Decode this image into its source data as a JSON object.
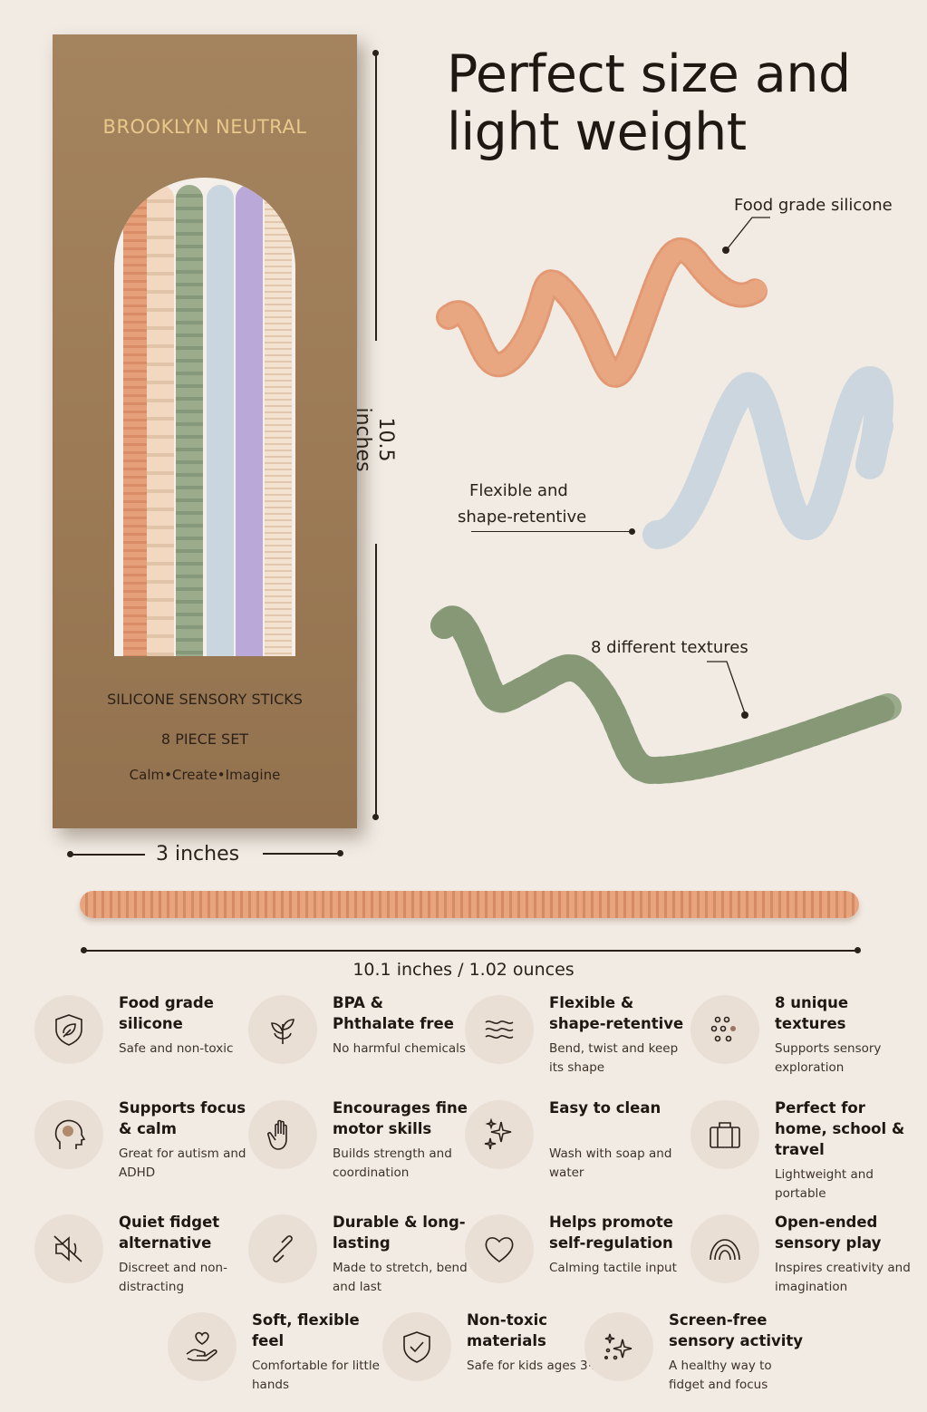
{
  "headline": "Perfect size and light weight",
  "package": {
    "brand": "BROOKLYN NEUTRAL",
    "name": "SILICONE SENSORY STICKS",
    "set": "8 PIECE SET",
    "tagline": "Calm•Create•Imagine"
  },
  "dimensions": {
    "height": "10.5 inches",
    "width": "3 inches",
    "length_weight": "10.1 inches / 1.02 ounces"
  },
  "callouts": {
    "material": "Food grade silicone",
    "flex_line1": "Flexible and",
    "flex_line2": "shape-retentive",
    "textures": "8 different textures"
  },
  "colors": {
    "peach": "#e5a07a",
    "cream": "#f2d8c0",
    "sage": "#9aac8c",
    "light_blue": "#c9d5df",
    "lavender": "#b9a8d8",
    "kraft": "#a4835f",
    "background": "#f1ebe4"
  },
  "features": [
    {
      "icon": "shield-leaf-icon",
      "title": "Food grade silicone",
      "desc": "Safe and non-toxic"
    },
    {
      "icon": "plant-sprout-icon",
      "title": "BPA & Phthalate free",
      "desc": "No harmful chemicals"
    },
    {
      "icon": "waves-icon",
      "title": "Flexible & shape-retentive",
      "desc": "Bend, twist and keep its shape"
    },
    {
      "icon": "dots-texture-icon",
      "title": "8 unique textures",
      "desc": "Supports sensory exploration"
    },
    {
      "icon": "head-brain-icon",
      "title": "Supports focus & calm",
      "desc": "Great for autism and ADHD"
    },
    {
      "icon": "hand-icon",
      "title": "Encourages fine motor skills",
      "desc": "Builds strength and coordination"
    },
    {
      "icon": "sparkles-icon",
      "title": "Easy to clean",
      "desc": "Wash with soap and water"
    },
    {
      "icon": "suitcase-icon",
      "title": "Perfect for home, school & travel",
      "desc": "Lightweight and portable"
    },
    {
      "icon": "mute-speaker-icon",
      "title": "Quiet fidget alternative",
      "desc": "Discreet and non-distracting"
    },
    {
      "icon": "chain-link-icon",
      "title": "Durable & long-lasting",
      "desc": "Made to stretch, bend and last"
    },
    {
      "icon": "heart-icon",
      "title": "Helps promote self-regulation",
      "desc": "Calming tactile input"
    },
    {
      "icon": "rainbow-icon",
      "title": "Open-ended sensory play",
      "desc": "Inspires creativity and imagination"
    },
    {
      "icon": "heart-hand-icon",
      "title": "Soft, flexible feel",
      "desc": "Comfortable for little hands"
    },
    {
      "icon": "shield-check-icon",
      "title": "Non-toxic materials",
      "desc": "Safe for kids ages 3+"
    },
    {
      "icon": "stars-icon",
      "title": "Screen-free sensory activity",
      "desc": "A healthy way to fidget and focus"
    }
  ]
}
